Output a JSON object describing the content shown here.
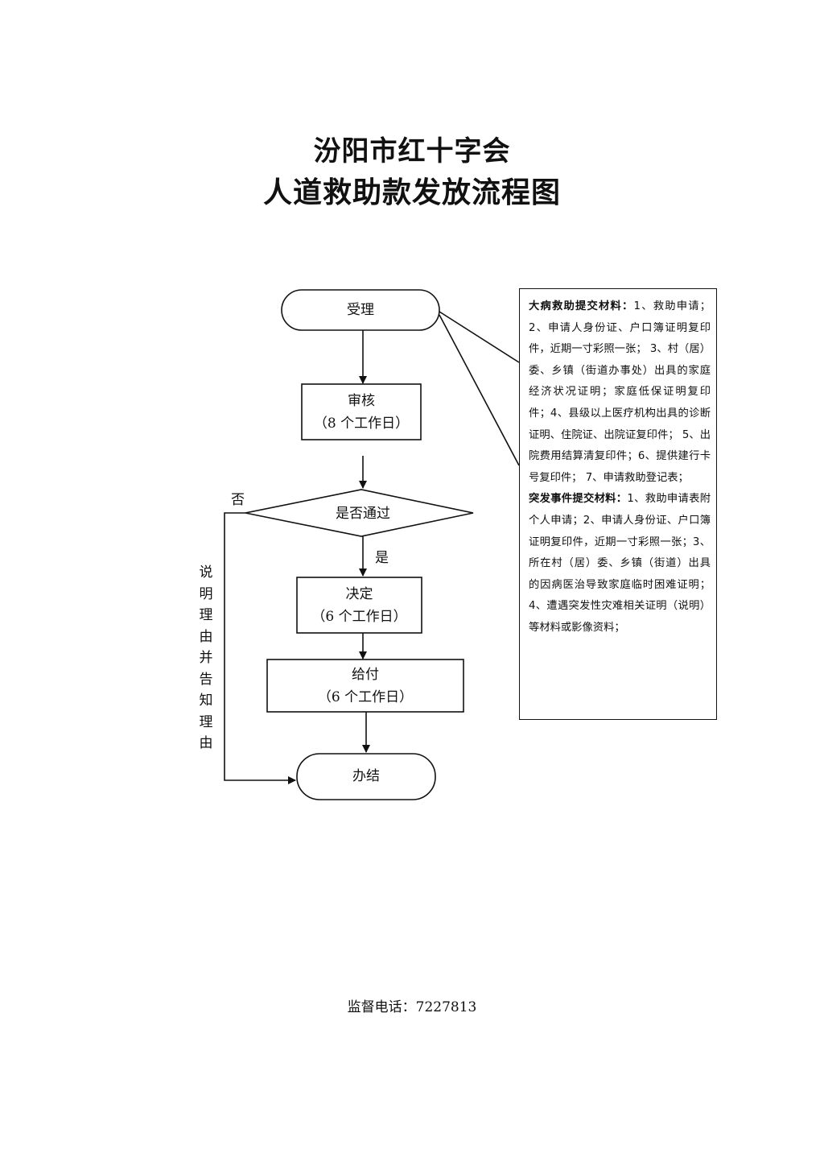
{
  "title": {
    "line1": "汾阳市红十字会",
    "line2": "人道救助款发放流程图"
  },
  "flow": {
    "accept": "受理",
    "review": {
      "label": "审核",
      "duration": "（8 个工作日）"
    },
    "decision": "是否通过",
    "yes_label": "是",
    "no_label": "否",
    "decide": {
      "label": "决定",
      "duration": "（6 个工作日）"
    },
    "pay": {
      "label": "给付",
      "duration": "（6 个工作日）"
    },
    "done": "办结",
    "reject_note": [
      "说",
      "明",
      "理",
      "由",
      "并",
      "告",
      "知",
      "理",
      "由"
    ]
  },
  "materials": {
    "illness_heading": "大病救助提交材料：",
    "illness_text": "1、救助申请；2、申请人身份证、户口簿证明复印件，近期一寸彩照一张； 3、村（居）委、乡镇（街道办事处）出具的家庭经济状况证明；家庭低保证明复印件；4、县级以上医疗机构出具的诊断证明、住院证、出院证复印件； 5、出院费用结算清复印件；6、提供建行卡号复印件； 7、申请救助登记表；",
    "emergency_heading": "突发事件提交材料：",
    "emergency_text": "1、救助申请表附个人申请；2、申请人身份证、户口簿证明复印件，近期一寸彩照一张；3、所在村（居）委、乡镇（街道）出具的因病医治导致家庭临时困难证明；4、遭遇突发性灾难相关证明（说明）等材料或影像资料；"
  },
  "footer": {
    "supervision": "监督电话：7227813"
  }
}
